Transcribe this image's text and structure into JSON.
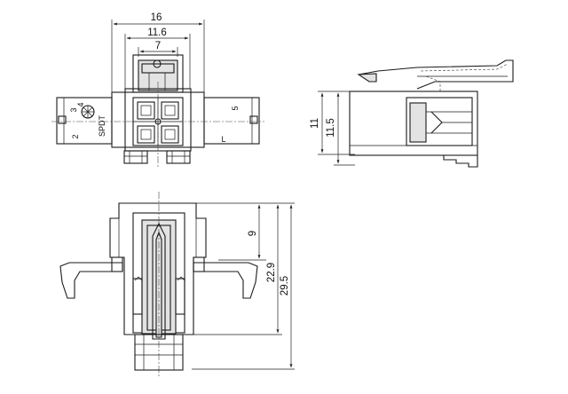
{
  "front_view": {
    "dim_overall": "16",
    "dim_mid": "11.6",
    "dim_inner": "7",
    "marking_model": "SPDT",
    "marking_pin_a": "2",
    "marking_pin_b": "3",
    "marking_pin_c": "4",
    "marking_pin_d": "5",
    "marking_letter": "L"
  },
  "side_view": {
    "dim_height": "11",
    "dim_body": "11.5"
  },
  "bottom_view": {
    "dim_short": "9",
    "dim_mid": "22.9",
    "dim_long": "29.5"
  }
}
